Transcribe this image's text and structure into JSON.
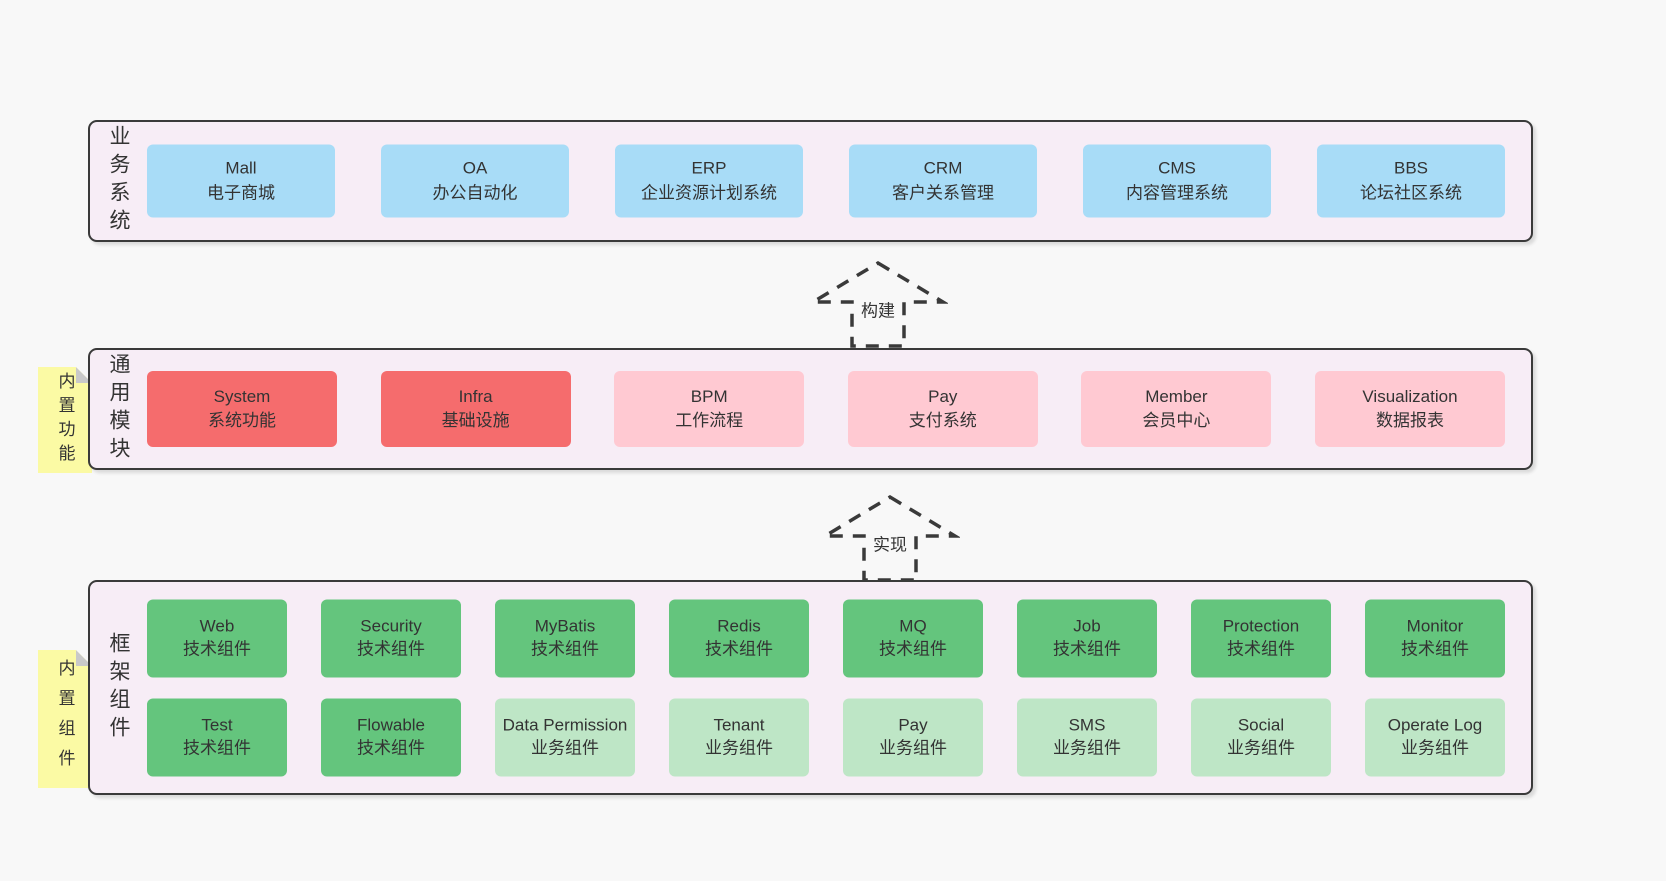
{
  "colors": {
    "page_bg": "#f8f8f8",
    "layer_bg": "#f7edf6",
    "layer_border": "#3a3a3a",
    "arrow_stroke": "#3a3a3a",
    "note_bg": "#fbfaa4",
    "note_fold": "#c9c9c9",
    "text": "#333333",
    "blue": "#a8dcf7",
    "red": "#f56c6d",
    "pink": "#ffc9d2",
    "green": "#64c57d",
    "lightgreen": "#bee6c6"
  },
  "layers": {
    "business": {
      "label": "业务系统",
      "boxes": [
        {
          "name": "Mall",
          "subtitle": "电子商城",
          "variant": "blue"
        },
        {
          "name": "OA",
          "subtitle": "办公自动化",
          "variant": "blue"
        },
        {
          "name": "ERP",
          "subtitle": "企业资源计划系统",
          "variant": "blue"
        },
        {
          "name": "CRM",
          "subtitle": "客户关系管理",
          "variant": "blue"
        },
        {
          "name": "CMS",
          "subtitle": "内容管理系统",
          "variant": "blue"
        },
        {
          "name": "BBS",
          "subtitle": "论坛社区系统",
          "variant": "blue"
        }
      ]
    },
    "modules": {
      "label": "通用模块",
      "note": "内置功能",
      "boxes": [
        {
          "name": "System",
          "subtitle": "系统功能",
          "variant": "red"
        },
        {
          "name": "Infra",
          "subtitle": "基础设施",
          "variant": "red"
        },
        {
          "name": "BPM",
          "subtitle": "工作流程",
          "variant": "pink"
        },
        {
          "name": "Pay",
          "subtitle": "支付系统",
          "variant": "pink"
        },
        {
          "name": "Member",
          "subtitle": "会员中心",
          "variant": "pink"
        },
        {
          "name": "Visualization",
          "subtitle": "数据报表",
          "variant": "pink"
        }
      ]
    },
    "components": {
      "label": "框架组件",
      "note": "内置组件",
      "row1": [
        {
          "name": "Web",
          "subtitle": "技术组件",
          "variant": "green"
        },
        {
          "name": "Security",
          "subtitle": "技术组件",
          "variant": "green"
        },
        {
          "name": "MyBatis",
          "subtitle": "技术组件",
          "variant": "green"
        },
        {
          "name": "Redis",
          "subtitle": "技术组件",
          "variant": "green"
        },
        {
          "name": "MQ",
          "subtitle": "技术组件",
          "variant": "green"
        },
        {
          "name": "Job",
          "subtitle": "技术组件",
          "variant": "green"
        },
        {
          "name": "Protection",
          "subtitle": "技术组件",
          "variant": "green"
        },
        {
          "name": "Monitor",
          "subtitle": "技术组件",
          "variant": "green"
        }
      ],
      "row2": [
        {
          "name": "Test",
          "subtitle": "技术组件",
          "variant": "green"
        },
        {
          "name": "Flowable",
          "subtitle": "技术组件",
          "variant": "green"
        },
        {
          "name": "Data Permission",
          "subtitle": "业务组件",
          "variant": "lightgreen"
        },
        {
          "name": "Tenant",
          "subtitle": "业务组件",
          "variant": "lightgreen"
        },
        {
          "name": "Pay",
          "subtitle": "业务组件",
          "variant": "lightgreen"
        },
        {
          "name": "SMS",
          "subtitle": "业务组件",
          "variant": "lightgreen"
        },
        {
          "name": "Social",
          "subtitle": "业务组件",
          "variant": "lightgreen"
        },
        {
          "name": "Operate Log",
          "subtitle": "业务组件",
          "variant": "lightgreen"
        }
      ]
    }
  },
  "arrows": [
    {
      "label": "构建"
    },
    {
      "label": "实现"
    }
  ]
}
